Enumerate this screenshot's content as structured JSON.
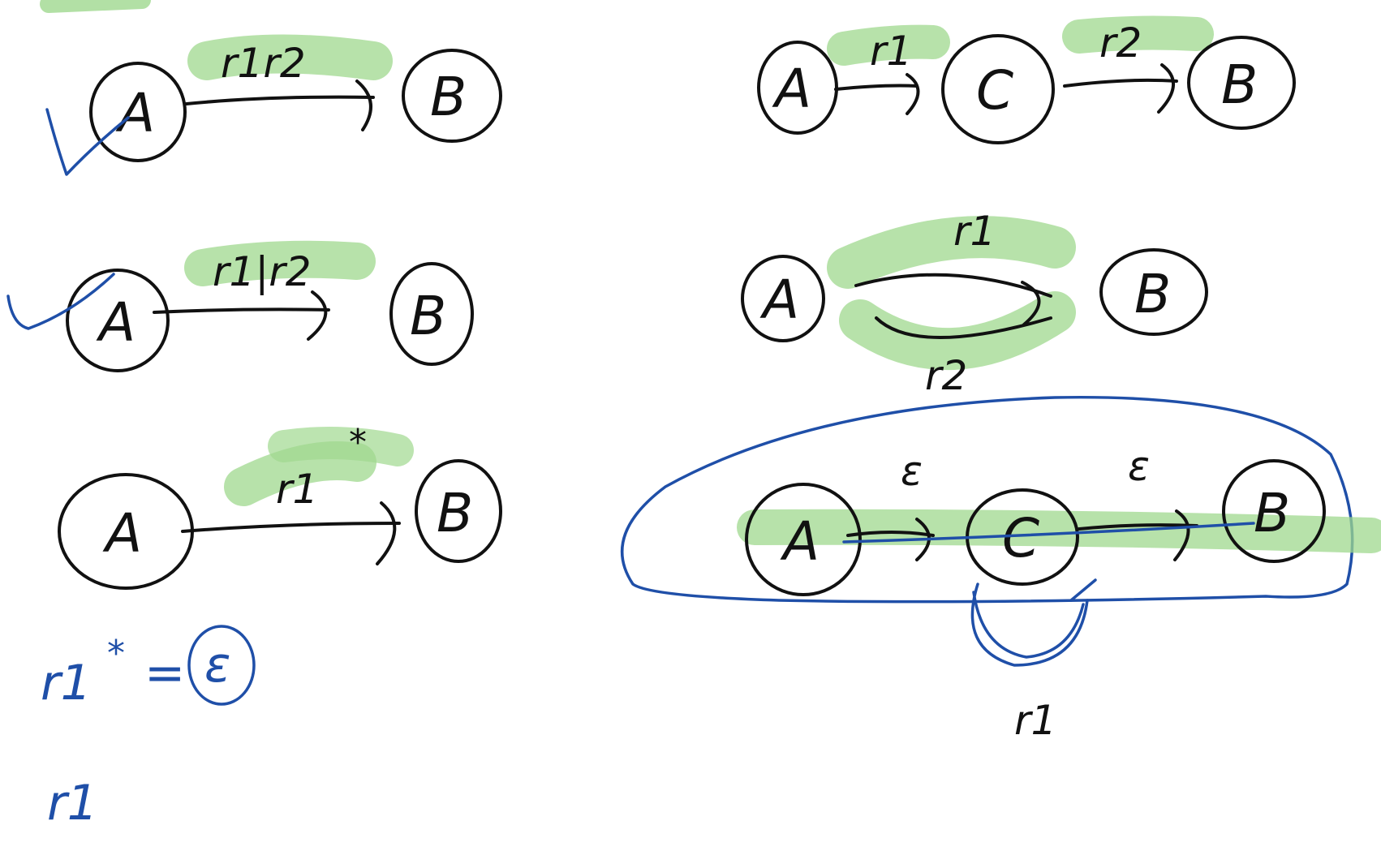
{
  "colors": {
    "ink": "#111111",
    "pen_blue": "#1f4fa8",
    "highlight_green": "#9fd88e"
  },
  "nodes": {
    "a": "A",
    "b": "B",
    "c": "C"
  },
  "labels": {
    "concat": "r1r2",
    "union": "r1|r2",
    "star_base": "r1",
    "star_mark": "*",
    "r1": "r1",
    "r2": "r2",
    "epsilon": "ε"
  },
  "notes": {
    "star_lhs": "r1",
    "star_mark": "*",
    "equals": "=",
    "epsilon": "ε",
    "r1_alone": "r1"
  }
}
